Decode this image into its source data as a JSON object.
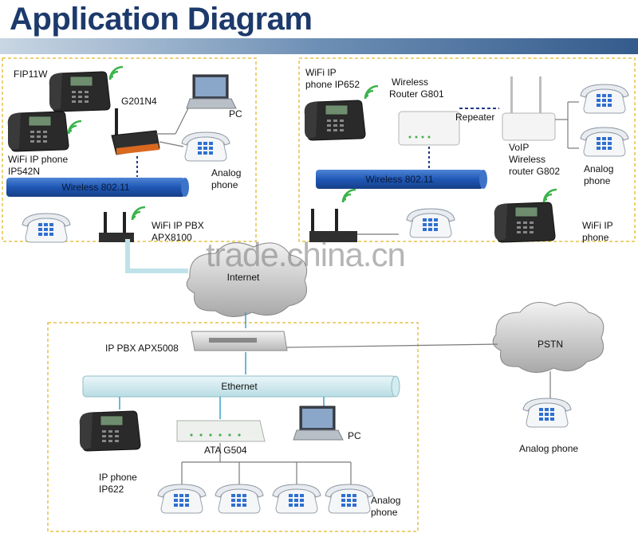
{
  "title": "Application Diagram",
  "watermark": "trade.china.cn",
  "colors": {
    "title": "#1c3a6b",
    "wireless_bar": "#1f57b5",
    "ethernet_bar": "#cfe9ee",
    "dashed_border": "#e6c24a",
    "link_line": "#7a7a7a",
    "dashed_link": "#1e3a8a"
  },
  "top_left": {
    "fip11w": "FIP11W",
    "g201n4": "G201N4",
    "pc": "PC",
    "wifi_phone_line1": "WiFi IP phone",
    "wifi_phone_line2": "IP542N",
    "analog_line1": "Analog",
    "analog_line2": "phone",
    "wireless_bar": "Wireless 802.11",
    "pbx_line1": "WiFi IP PBX",
    "pbx_line2": "APX8100"
  },
  "top_right": {
    "phone_line1": "WiFi IP",
    "phone_line2": "phone IP652",
    "router_line1": "Wireless",
    "router_line2": "Router G801",
    "repeater": "Repeater",
    "voip_line1": "VoIP",
    "voip_line2": "Wireless",
    "voip_line3": "router G802",
    "analog_line1": "Analog",
    "analog_line2": "phone",
    "wireless_bar": "Wireless 802.11",
    "wifi_ip_line1": "WiFi IP",
    "wifi_ip_line2": "phone"
  },
  "internet": "Internet",
  "pstn": "PSTN",
  "pstn_phone": "Analog phone",
  "bottom": {
    "pbx": "IP PBX APX5008",
    "ethernet": "Ethernet",
    "ip_phone_line1": "IP phone",
    "ip_phone_line2": "IP622",
    "ata": "ATA G504",
    "pc": "PC",
    "analog_line1": "Analog",
    "analog_line2": "phone"
  }
}
